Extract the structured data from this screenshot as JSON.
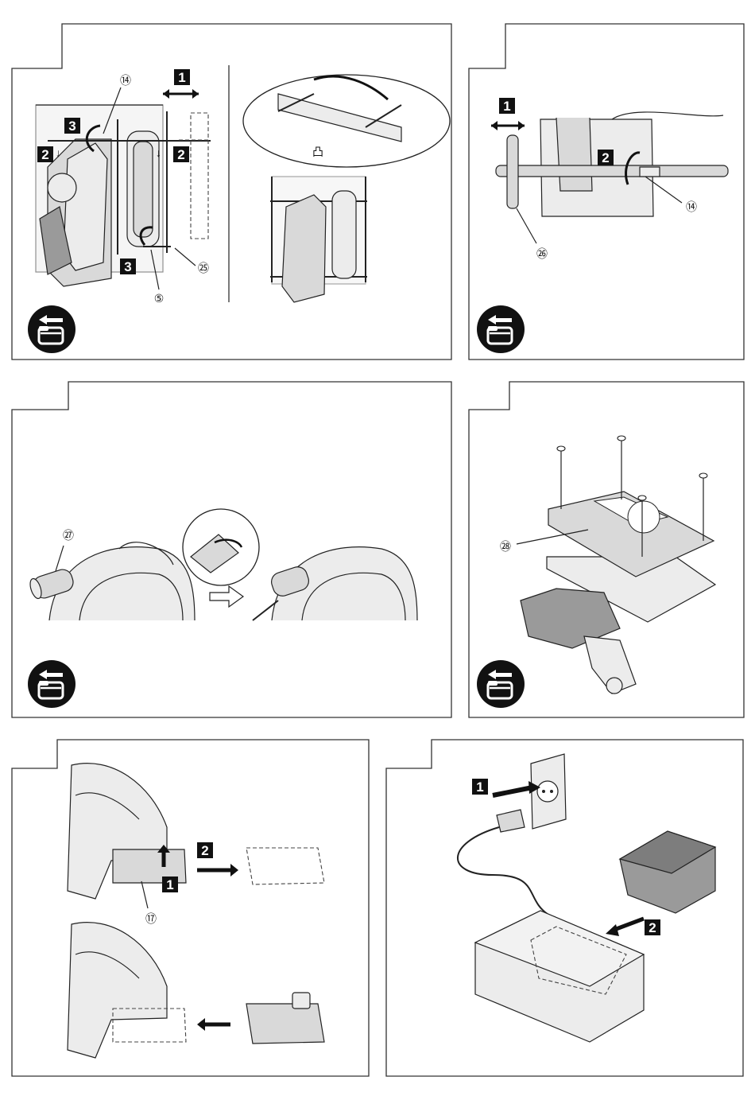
{
  "colors": {
    "frame": "#333333",
    "step_box": "#111111",
    "icon_bg": "#111111",
    "part_fill": "#d9d9d9"
  },
  "icon": "battery-removal-icon",
  "panels": [
    {
      "id": "guide-adjust",
      "step_labels": [
        "1",
        "2",
        "2",
        "3",
        "3"
      ],
      "callouts": [
        "⑭",
        "㉕",
        "⑤"
      ]
    },
    {
      "id": "guide-clamp",
      "step_labels": [
        "1",
        "2"
      ],
      "callouts": [
        "⑭",
        "㉖"
      ]
    },
    {
      "id": "dust-nozzle",
      "step_labels": [],
      "callouts": [
        "㉗"
      ]
    },
    {
      "id": "base-plate",
      "step_labels": [],
      "callouts": [
        "㉘"
      ]
    },
    {
      "id": "battery",
      "step_labels": [
        "2",
        "1"
      ],
      "callouts": [
        "⑰"
      ]
    },
    {
      "id": "charger",
      "step_labels": [
        "1",
        "2"
      ],
      "callouts": []
    }
  ]
}
